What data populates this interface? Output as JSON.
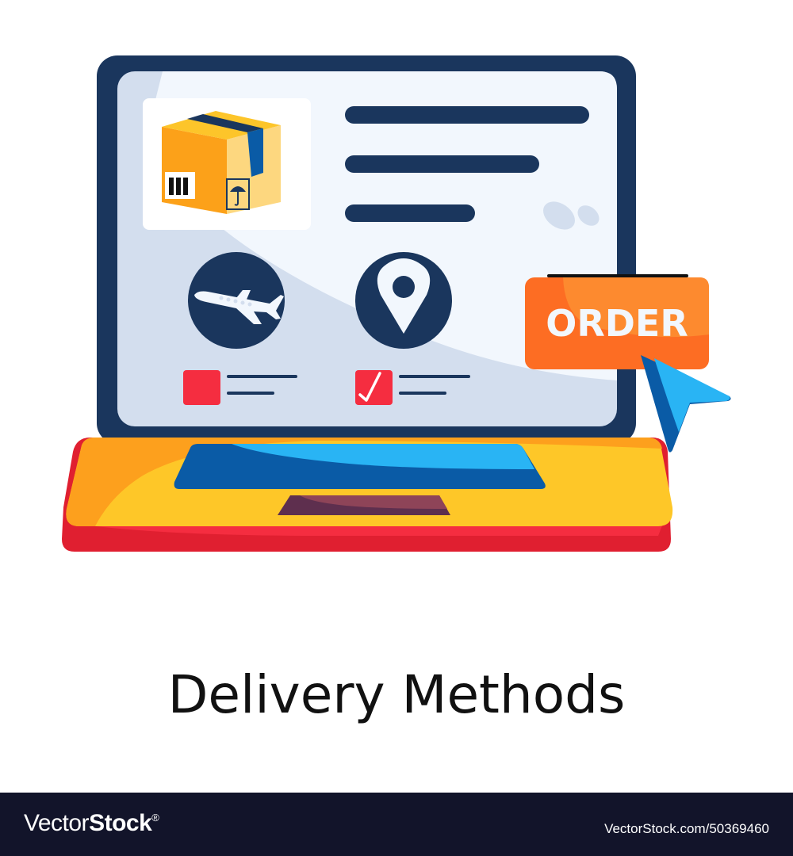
{
  "illustration": {
    "subject": "laptop-with-delivery-options",
    "screen": {
      "product_card": {
        "icon": "package-box-icon",
        "label_icons": [
          "barcode-icon",
          "umbrella-icon"
        ]
      },
      "text_lines": 3,
      "options": [
        {
          "icon": "airplane-icon",
          "checked": false
        },
        {
          "icon": "location-pin-icon",
          "checked": true
        }
      ]
    },
    "order_button": {
      "label": "ORDER"
    },
    "cursor": {
      "icon": "pointer-cursor-icon"
    },
    "colors": {
      "frame": "#1a365d",
      "screen_light": "#f2f7fd",
      "screen_shade": "#d3deee",
      "box_front": "#fca119",
      "box_side": "#fdd77f",
      "box_top": "#fdc52a",
      "tape": "#0a5ba6",
      "checkbox": "#f52d40",
      "order_bg": "#fd6d23",
      "order_highlight": "#fd8a2f",
      "cursor_light": "#29b4f4",
      "cursor_dark": "#0a5ba6",
      "keyboard_top": "#fec728",
      "keyboard_shade": "#fda01d",
      "keyboard_base": "#e01f30",
      "touchpad": "#5e2f4e"
    }
  },
  "caption": "Delivery Methods",
  "footer": {
    "brand_light": "Vector",
    "brand_bold": "Stock",
    "brand_mark": "®",
    "link": "VectorStock.com/50369460"
  }
}
